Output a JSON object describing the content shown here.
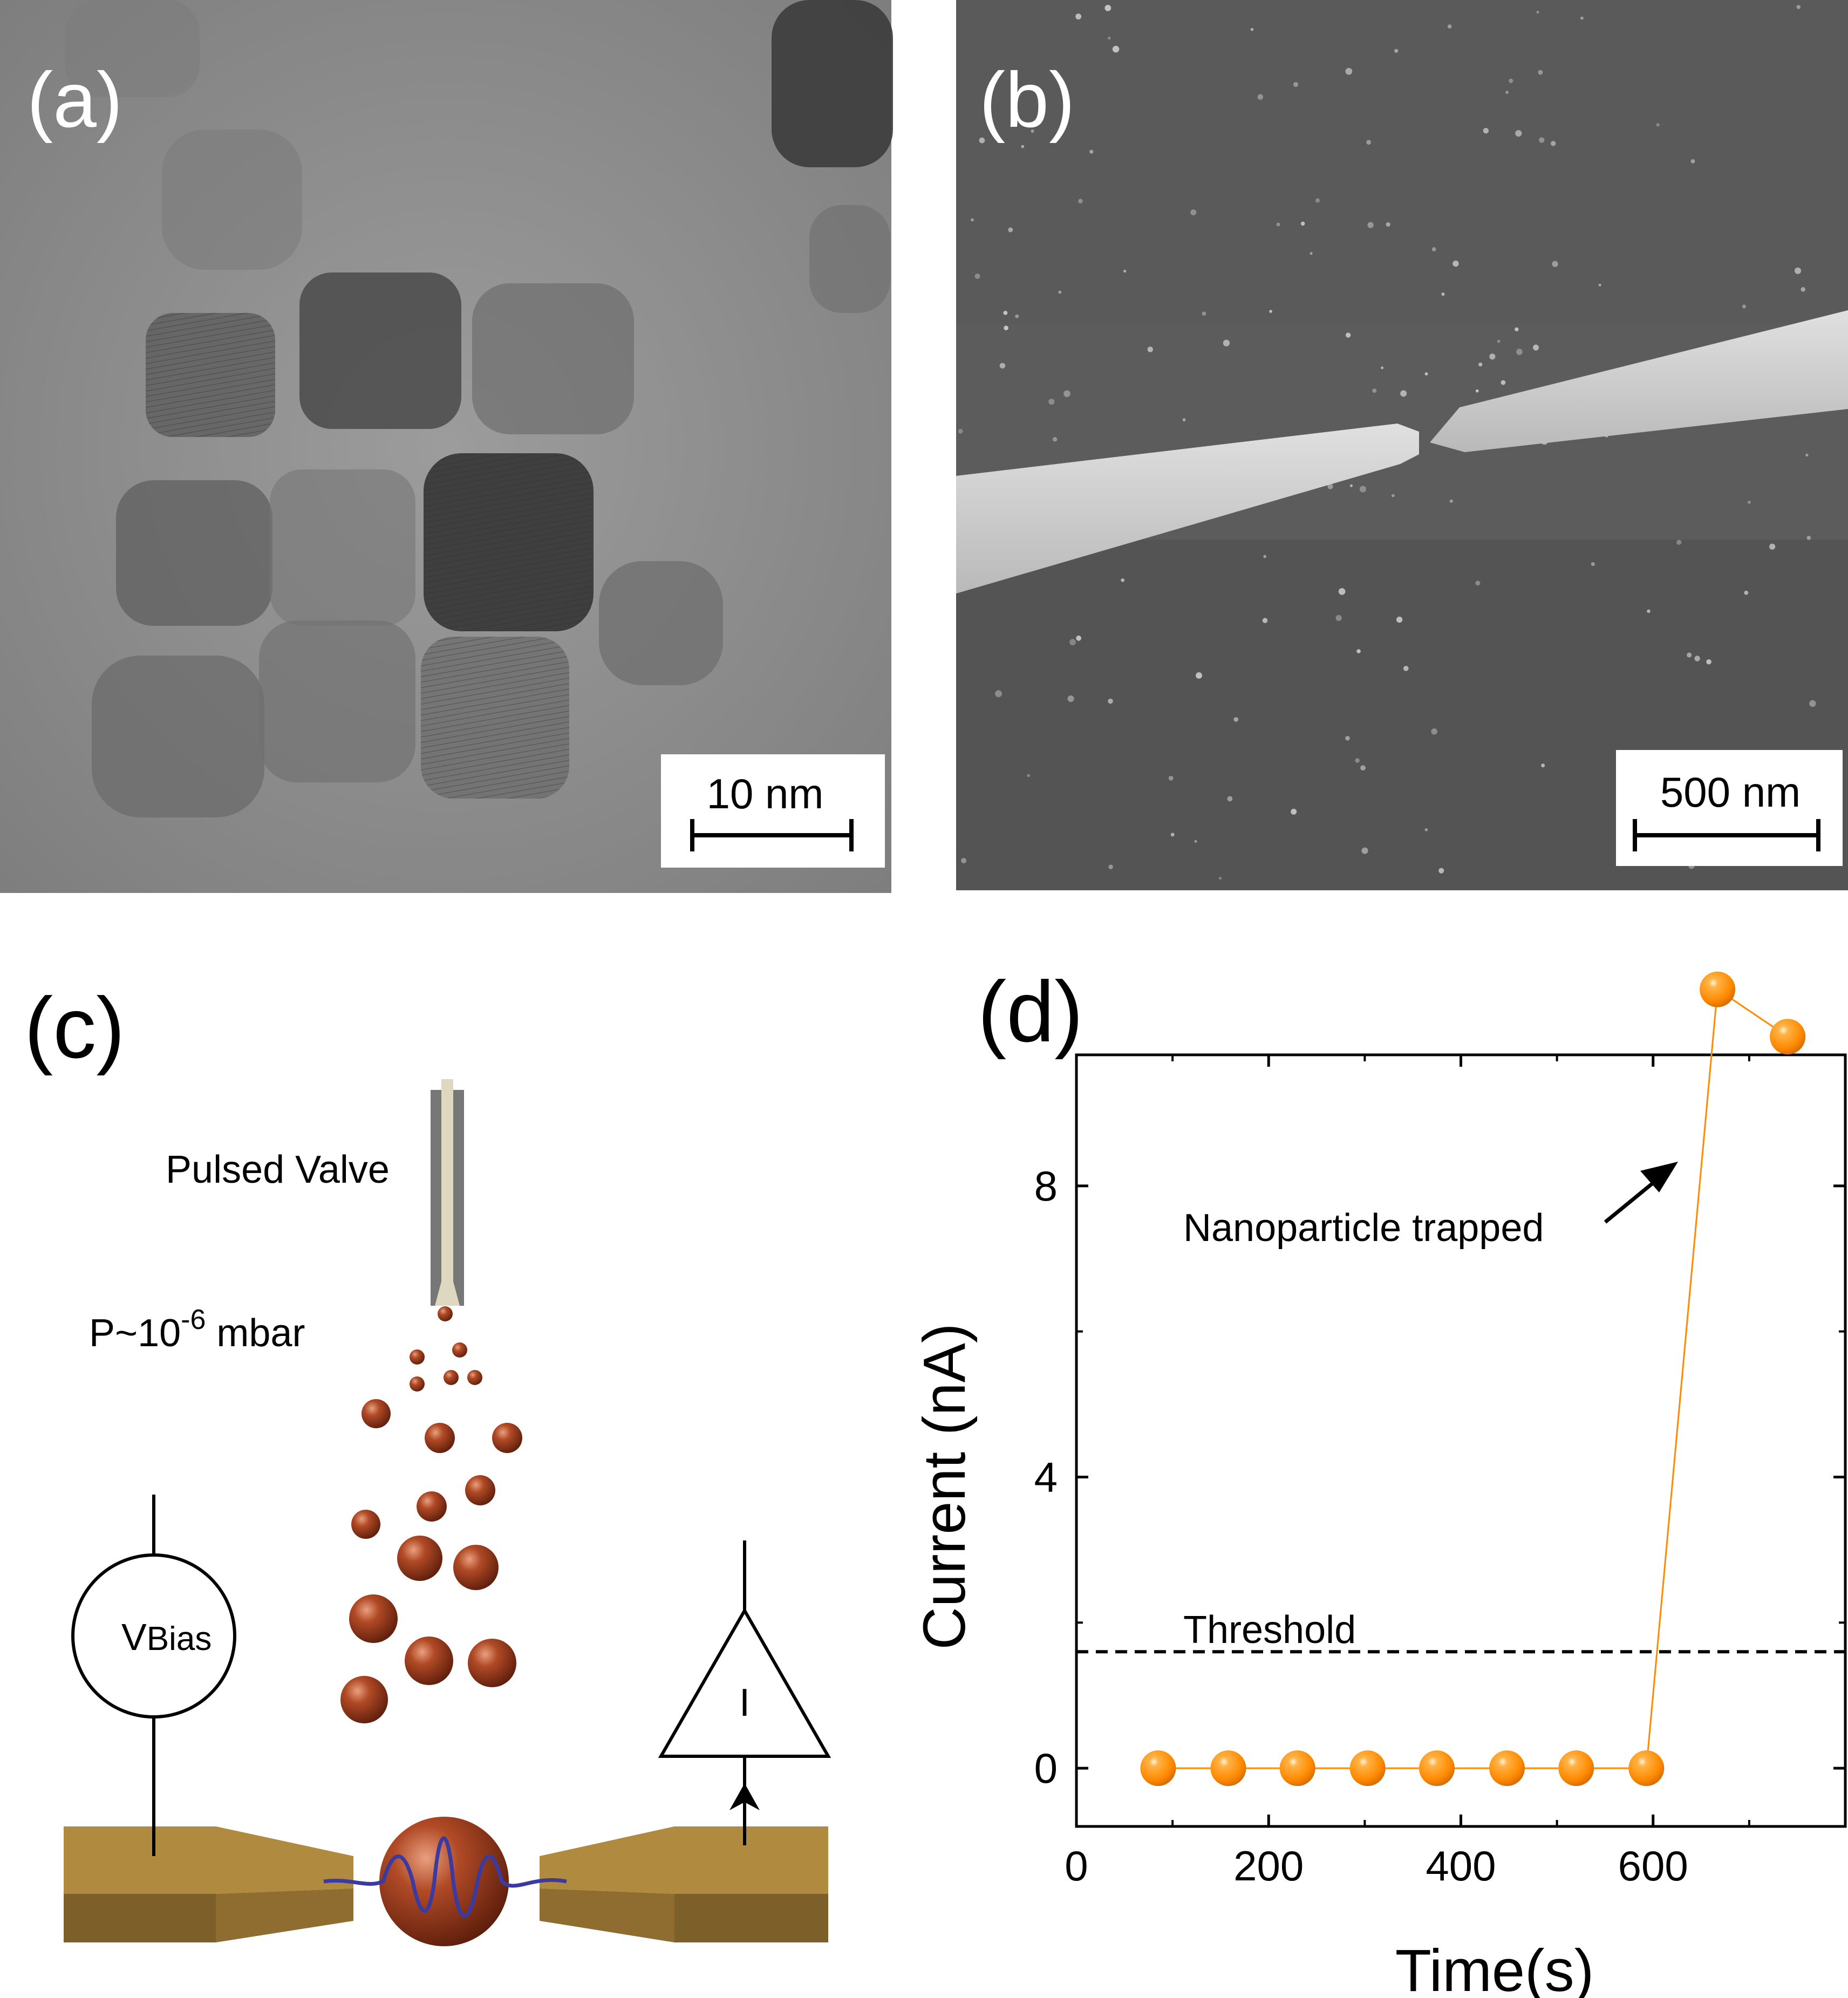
{
  "panels": {
    "a": {
      "label": "(a)",
      "scale_bar": "10 nm"
    },
    "b": {
      "label": "(b)",
      "scale_bar": "500 nm"
    },
    "c": {
      "label": "(c)",
      "pulsed_valve": "Pulsed Valve",
      "pressure_base": "P~10",
      "pressure_exp": "-6",
      "pressure_unit": " mbar",
      "vbias_main": "V",
      "vbias_sub": "Bias",
      "current_symbol": "I"
    },
    "d": {
      "label": "(d)"
    }
  },
  "colors": {
    "particle": "#ff8a00",
    "nanoparticle": "#9b3b1f",
    "electrode": "#b08a3e",
    "electrode_dark": "#7d5f2a",
    "wave": "#3a3aa0"
  },
  "chart_data": {
    "type": "scatter",
    "xlabel": "Time(s)",
    "ylabel": "Current (nA)",
    "xlim": [
      0,
      800
    ],
    "ylim": [
      -0.8,
      9.8
    ],
    "xticks": [
      0,
      200,
      400,
      600
    ],
    "yticks": [
      0,
      4,
      8
    ],
    "series": [
      {
        "x": [
          85,
          158,
          230,
          303,
          375,
          448,
          520,
          593,
          667,
          740
        ],
        "y": [
          0,
          0,
          0,
          0,
          0,
          0,
          0,
          0,
          10.7,
          10.05
        ]
      }
    ],
    "threshold": {
      "label": "Threshold",
      "y": 1.6
    },
    "annotations": [
      {
        "text": "Nanoparticle trapped"
      }
    ]
  }
}
